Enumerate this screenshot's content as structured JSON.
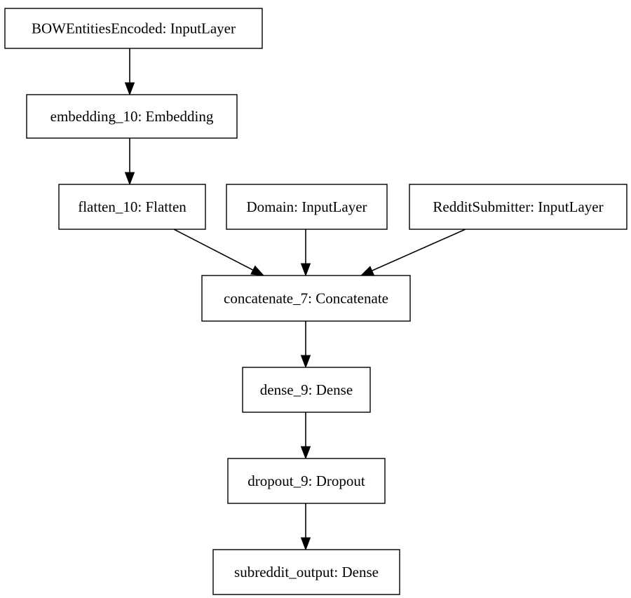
{
  "nodes": [
    {
      "id": "bow",
      "label": "BOWEntitiesEncoded: InputLayer"
    },
    {
      "id": "embedding",
      "label": "embedding_10: Embedding"
    },
    {
      "id": "flatten",
      "label": "flatten_10: Flatten"
    },
    {
      "id": "domain",
      "label": "Domain: InputLayer"
    },
    {
      "id": "submitter",
      "label": "RedditSubmitter: InputLayer"
    },
    {
      "id": "concatenate",
      "label": "concatenate_7: Concatenate"
    },
    {
      "id": "dense",
      "label": "dense_9: Dense"
    },
    {
      "id": "dropout",
      "label": "dropout_9: Dropout"
    },
    {
      "id": "output",
      "label": "subreddit_output: Dense"
    }
  ],
  "edges": [
    {
      "from": "bow",
      "to": "embedding"
    },
    {
      "from": "embedding",
      "to": "flatten"
    },
    {
      "from": "flatten",
      "to": "concatenate"
    },
    {
      "from": "domain",
      "to": "concatenate"
    },
    {
      "from": "submitter",
      "to": "concatenate"
    },
    {
      "from": "concatenate",
      "to": "dense"
    },
    {
      "from": "dense",
      "to": "dropout"
    },
    {
      "from": "dropout",
      "to": "output"
    }
  ]
}
